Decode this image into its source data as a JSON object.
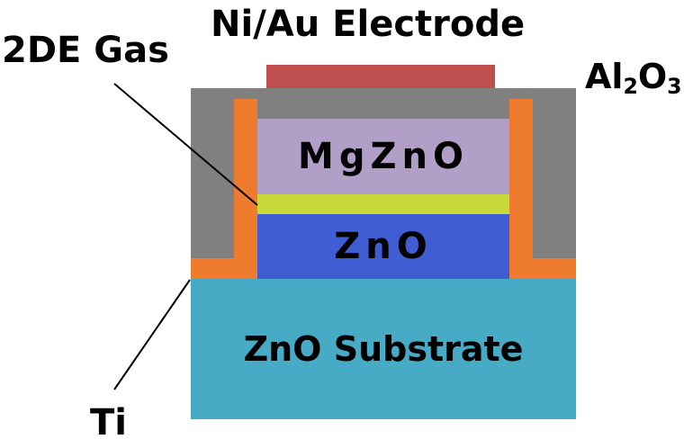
{
  "diagram": {
    "title": "MgZnO/ZnO heterostructure device cross-section",
    "colors": {
      "electrode": "#c05050",
      "al2o3": "#808080",
      "ti": "#ef7b2f",
      "mgzno": "#b19fc8",
      "two_deg": "#c9d93a",
      "zno": "#405dd3",
      "substrate": "#48abc6",
      "leader_line": "#000000"
    },
    "labels": {
      "electrode": "Ni/Au Electrode",
      "two_deg": "2DE Gas",
      "al2o3_main": "Al",
      "al2o3_sub1": "2",
      "al2o3_mid": "O",
      "al2o3_sub2": "3",
      "mgzno": "MgZnO",
      "zno": "ZnO",
      "substrate": "ZnO Substrate",
      "ti": "Ti"
    }
  }
}
